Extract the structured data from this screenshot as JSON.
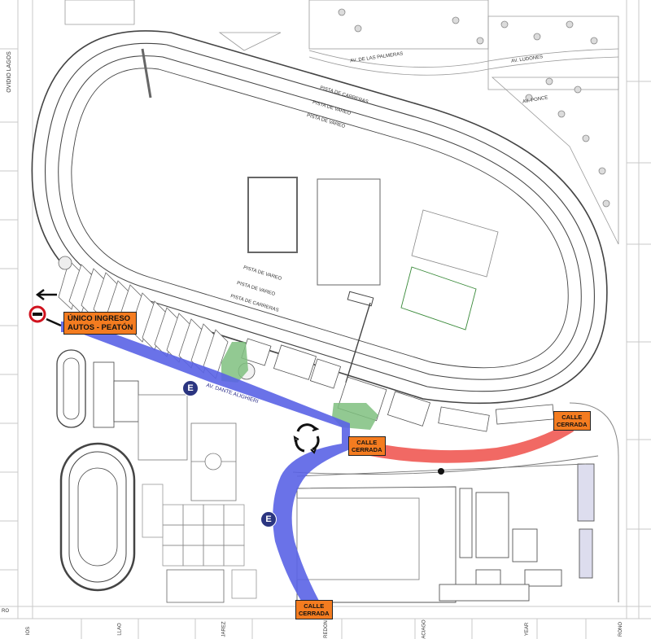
{
  "track_labels": {
    "top_carreras": "PISTA DE CARRERAS",
    "top_vareo_1": "PISTA DE VAREO",
    "top_vareo_2": "PISTA DE VAREO",
    "bottom_vareo_1": "PISTA DE VAREO",
    "bottom_vareo_2": "PISTA DE VAREO",
    "bottom_carreras": "PISTA DE CARRERAS"
  },
  "streets": {
    "ovidio_lagos": "OVIDIO LAGOS",
    "las_palmeras": "AV. DE LAS PALMERAS",
    "ludones": "AV. LUDONES",
    "ponce": "AV. PONCE",
    "dante_alighieri": "AV. DANTE ALIGHIERI"
  },
  "bottom_street_fragments": [
    "RO",
    "IOS",
    "LLAO",
    "JAREZ",
    "REDON",
    "ACIAGO",
    "YEAR",
    "RONO"
  ],
  "tags": {
    "entry_line1": "ÚNICO INGRESO",
    "entry_line2": "AUTOS - PEATÓN",
    "closed_line1": "CALLE",
    "closed_line2": "CERRADA"
  },
  "badges": {
    "e": "E"
  },
  "colors": {
    "route_blue": "#5a63e6",
    "closed_red": "#f0615c",
    "tag_orange": "#f47c20",
    "parking_green": "#7fbf7f",
    "badge_navy": "#2b3580"
  }
}
